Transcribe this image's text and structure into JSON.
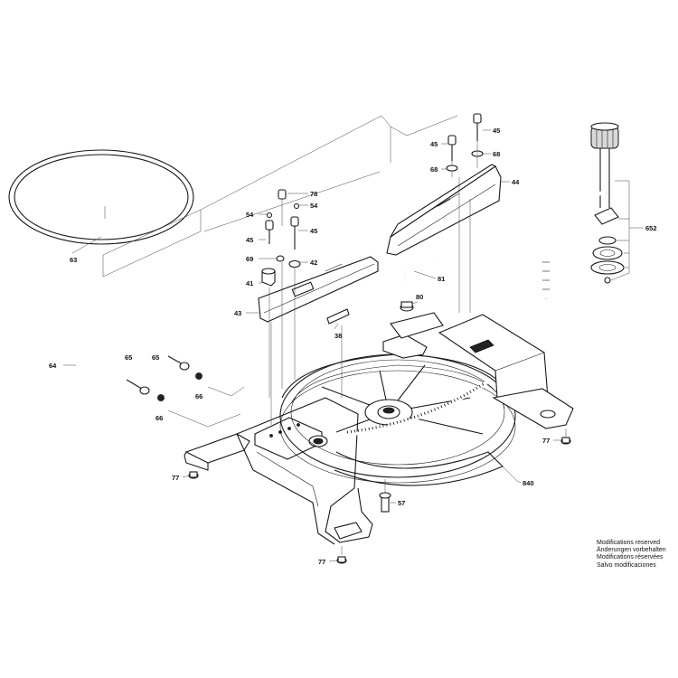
{
  "parts": {
    "p63": "63",
    "p64": "64",
    "p65a": "65",
    "p65b": "65",
    "p66a": "66",
    "p66b": "66",
    "p78": "78",
    "p54a": "54",
    "p54b": "54",
    "p45a": "45",
    "p45b": "45",
    "p45c": "45",
    "p45d": "45",
    "p69": "69",
    "p42": "42",
    "p41": "41",
    "p43": "43",
    "p38": "38",
    "p68a": "68",
    "p68b": "68",
    "p44": "44",
    "p81": "81",
    "p80": "80",
    "p652": "652",
    "p77a": "77",
    "p77b": "77",
    "p77c": "77",
    "p57": "57",
    "p840": "840"
  },
  "note": {
    "line1": "Modifications reserved",
    "line2": "Änderungen vorbehalten",
    "line3": "Modifications réservées",
    "line4": "Salvo modificaciones"
  }
}
